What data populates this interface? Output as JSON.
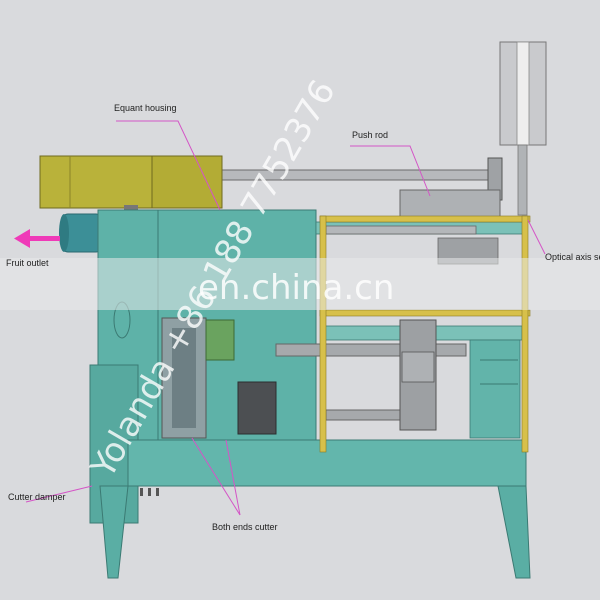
{
  "labels": {
    "equant_housing": "Equant housing",
    "push_rod": "Push rod",
    "fruit_outlet": "Fruit outlet",
    "optical_axis": "Optical axis se",
    "cutter_damper": "Cutter damper",
    "both_ends_cutter": "Both ends cutter"
  },
  "watermarks": {
    "site": "en.china.cn",
    "contact": "Yolanda +86 188 7752376"
  },
  "colors": {
    "background": "#d9dadd",
    "frame": "#5eb2a8",
    "housing": "#b9b23a",
    "optical_rail": "#d7c04a",
    "pointer": "#d455c6",
    "arrow": "#ef3ab8"
  }
}
